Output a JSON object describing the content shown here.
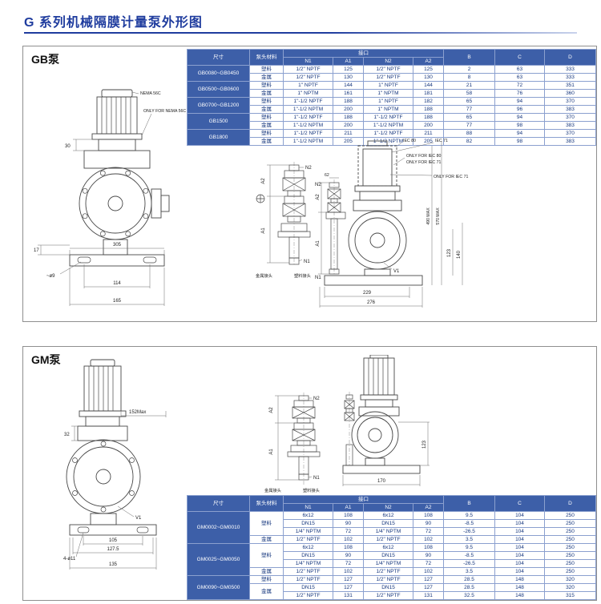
{
  "page": {
    "title": "G 系列机械隔膜计量泵外形图",
    "accent_color": "#1f3c9e"
  },
  "gb": {
    "label": "GB泵",
    "table": {
      "headers": {
        "size": "尺寸",
        "material": "泵头材料",
        "port": "接口",
        "n1": "N1",
        "a1": "A1",
        "n2": "N2",
        "a2": "A2",
        "b": "B",
        "c": "C",
        "d": "D"
      },
      "rows": [
        {
          "size": {
            "text": "GB0080~GB0450",
            "span": 2
          },
          "material": "塑料",
          "cells": [
            "1/2\" NPTF",
            "125",
            "1/2\" NPTF",
            "125",
            "2",
            "63",
            "333"
          ]
        },
        {
          "material": "金属",
          "cells": [
            "1/2\" NPTF",
            "130",
            "1/2\" NPTF",
            "130",
            "8",
            "63",
            "333"
          ]
        },
        {
          "size": {
            "text": "GB0500~GB0600",
            "span": 2
          },
          "material": "塑料",
          "cells": [
            "1\" NPTF",
            "144",
            "1\" NPTF",
            "144",
            "21",
            "72",
            "351"
          ]
        },
        {
          "material": "金属",
          "cells": [
            "1\" NPTM",
            "161",
            "1\" NPTM",
            "181",
            "58",
            "76",
            "360"
          ]
        },
        {
          "size": {
            "text": "GB0700~GB1200",
            "span": 2
          },
          "material": "塑料",
          "cells": [
            "1\"-1/2 NPTF",
            "188",
            "1\" NPTF",
            "182",
            "65",
            "94",
            "370"
          ]
        },
        {
          "material": "金属",
          "cells": [
            "1\"-1/2 NPTM",
            "200",
            "1\" NPTM",
            "188",
            "77",
            "96",
            "383"
          ]
        },
        {
          "size": {
            "text": "GB1500",
            "span": 2
          },
          "material": "塑料",
          "cells": [
            "1\"-1/2 NPTF",
            "188",
            "1\"-1/2 NPTF",
            "188",
            "65",
            "94",
            "370"
          ]
        },
        {
          "material": "金属",
          "cells": [
            "1\"-1/2 NPTM",
            "200",
            "1\"-1/2 NPTM",
            "200",
            "77",
            "98",
            "383"
          ]
        },
        {
          "size": {
            "text": "GB1800",
            "span": 2
          },
          "material": "塑料",
          "cells": [
            "1\"-1/2 NPTF",
            "211",
            "1\"-1/2 NPTF",
            "211",
            "88",
            "94",
            "370"
          ]
        },
        {
          "material": "金属",
          "cells": [
            "1\"-1/2 NPTM",
            "205",
            "1\"-1/2 NPTM",
            "205",
            "82",
            "98",
            "383"
          ]
        }
      ]
    },
    "front": {
      "nema": "NEMA 56C",
      "only_nema": "ONLY FOR NEMA 56C",
      "dim_30": "30",
      "dim_17": "17",
      "dim_305": "305",
      "dim_114": "114",
      "dim_165": "165",
      "hole": "~ø9"
    },
    "valve": {
      "n2": "N2",
      "n1": "N1",
      "a2": "A2",
      "a1": "A1",
      "metal": "金属接头",
      "plastic": "塑料接头"
    },
    "side": {
      "iec80": "IEC 80",
      "iec71": "IEC 71",
      "only_iec80": "ONLY FOR IEC 80",
      "only_iec71": "ONLY FOR IEC 71",
      "max490": "490 MAX",
      "max570": "570 MAX",
      "dim_229": "229",
      "dim_276": "276",
      "dim_123": "123",
      "dim_140": "140",
      "dim_62": "62",
      "v1": "V1",
      "n2": "N2",
      "n1": "N1",
      "a2": "A2",
      "a1": "A1"
    }
  },
  "gm": {
    "label": "GM泵",
    "table": {
      "headers": {
        "size": "尺寸",
        "material": "泵头材料",
        "port": "接口",
        "n1": "N1",
        "a1": "A1",
        "n2": "N2",
        "a2": "A2",
        "b": "B",
        "c": "C",
        "d": "D"
      },
      "rows": [
        {
          "size": {
            "text": "GM0002~GM0010",
            "span": 4
          },
          "material": {
            "text": "塑料",
            "span": 3
          },
          "cells": [
            "6x12",
            "108",
            "6x12",
            "108",
            "9.5",
            "104",
            "250"
          ]
        },
        {
          "cells": [
            "DN15",
            "90",
            "DN15",
            "90",
            "-8.5",
            "104",
            "250"
          ]
        },
        {
          "cells": [
            "1/4\" NPTM",
            "72",
            "1/4\" NPTM",
            "72",
            "-26.5",
            "104",
            "250"
          ]
        },
        {
          "material": "金属",
          "cells": [
            "1/2\" NPTF",
            "102",
            "1/2\" NPTF",
            "102",
            "3.5",
            "104",
            "250"
          ]
        },
        {
          "size": {
            "text": "GM0025~GM0050",
            "span": 4
          },
          "material": {
            "text": "塑料",
            "span": 3
          },
          "cells": [
            "6x12",
            "108",
            "6x12",
            "108",
            "9.5",
            "104",
            "250"
          ]
        },
        {
          "cells": [
            "DN15",
            "90",
            "DN15",
            "90",
            "-8.5",
            "104",
            "250"
          ]
        },
        {
          "cells": [
            "1/4\" NPTM",
            "72",
            "1/4\" NPTM",
            "72",
            "-26.5",
            "104",
            "250"
          ]
        },
        {
          "material": "金属",
          "cells": [
            "1/2\" NPTF",
            "102",
            "1/2\" NPTF",
            "102",
            "3.5",
            "104",
            "250"
          ]
        },
        {
          "size": {
            "text": "GM0090~GM0500",
            "span": 3
          },
          "material": "塑料",
          "cells": [
            "1/2\" NPTF",
            "127",
            "1/2\" NPTF",
            "127",
            "28.5",
            "148",
            "320"
          ]
        },
        {
          "material": {
            "text": "金属",
            "span": 2
          },
          "cells": [
            "DN15",
            "127",
            "DN15",
            "127",
            "28.5",
            "148",
            "320"
          ]
        },
        {
          "cells": [
            "1/2\" NPTF",
            "131",
            "1/2\" NPTF",
            "131",
            "32.5",
            "148",
            "315"
          ]
        }
      ]
    },
    "front": {
      "dim_152": "152Max",
      "dim_32": "32",
      "dim_105": "105",
      "dim_1275": "127.5",
      "dim_135": "135",
      "hole": "4-ø11",
      "v1": "V1"
    },
    "valve": {
      "n2": "N2",
      "n1": "N1",
      "a2": "A2",
      "a1": "A1",
      "metal": "金属接头",
      "plastic": "塑料接头"
    },
    "side": {
      "dim_170": "170",
      "dim_123": "123"
    }
  }
}
